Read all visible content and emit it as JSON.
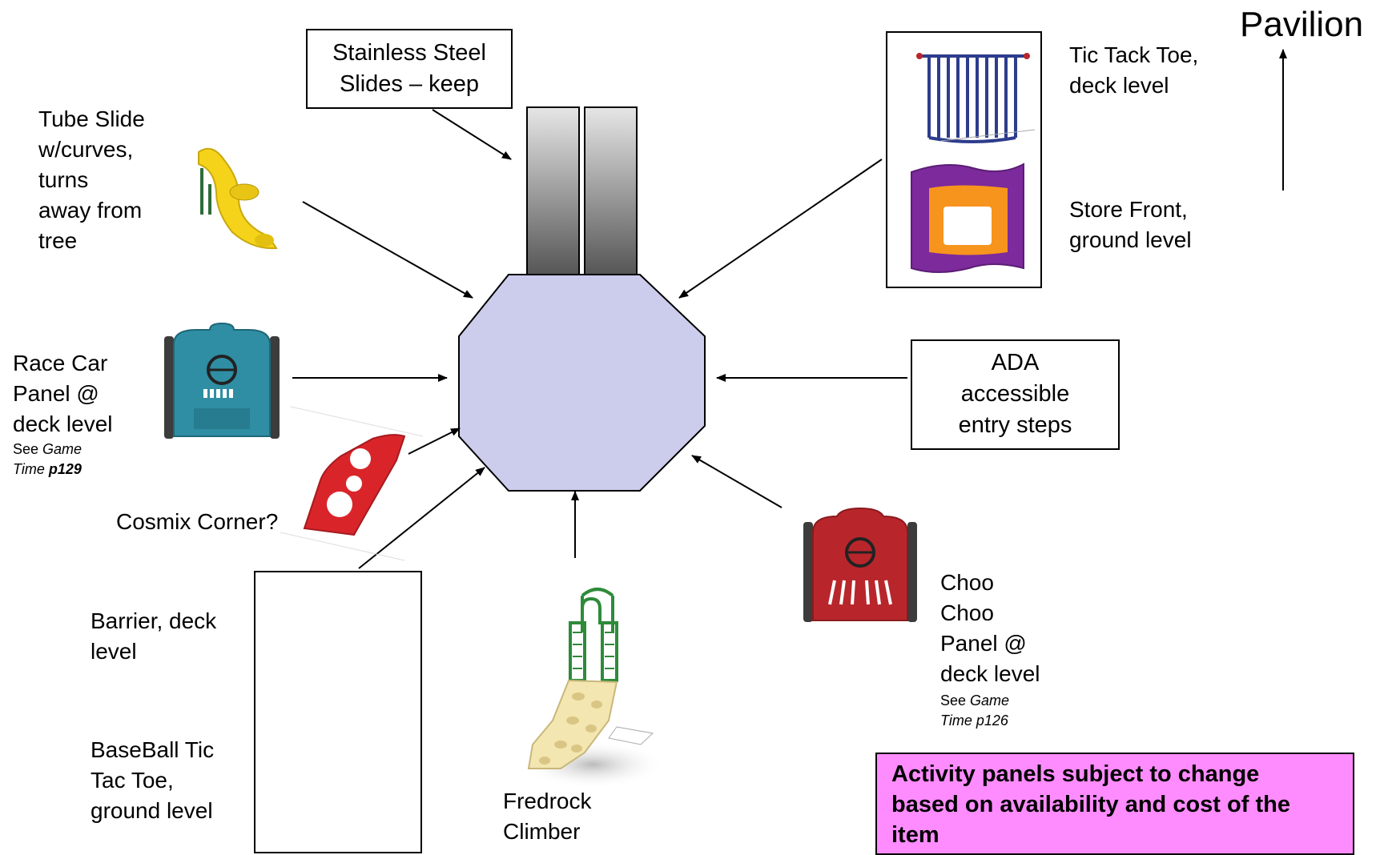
{
  "labels": {
    "pavilion": "Pavilion",
    "slides_box": [
      "Stainless Steel",
      "Slides – keep"
    ],
    "tube_slide": [
      "Tube Slide",
      "w/curves,",
      "turns",
      "away from",
      "tree"
    ],
    "race_car": [
      "Race Car",
      "Panel @",
      "deck level"
    ],
    "race_car_ref": {
      "see": "See ",
      "book": "Game",
      "book2": "Time ",
      "page": "p129"
    },
    "cosmix": "Cosmix Corner?",
    "barrier": [
      "Barrier, deck",
      "level"
    ],
    "baseball": [
      "BaseBall Tic",
      "Tac Toe,",
      "ground level"
    ],
    "fredrock": [
      "Fredrock",
      "Climber"
    ],
    "tic_tack": [
      "Tic Tack Toe,",
      "deck level"
    ],
    "store_front": [
      "Store Front,",
      "ground level"
    ],
    "ada_box": [
      "ADA",
      "accessible",
      "entry steps"
    ],
    "choo_choo": [
      "Choo",
      "Choo",
      "Panel @",
      "deck level"
    ],
    "choo_ref": {
      "see": "See ",
      "book": "Game",
      "book2": "Time p126"
    },
    "note": [
      "Activity panels subject to change",
      "based on availability and cost of the",
      "item"
    ]
  },
  "icons": [
    "tube-slide-image",
    "race-car-panel-image",
    "cosmix-corner-image",
    "barrier-image",
    "baseball-tictactoe-image",
    "fredrock-climber-image",
    "tictactoe-panel-image",
    "store-front-image",
    "choo-choo-panel-image"
  ],
  "colors": {
    "deck": "#ccccec",
    "note_bg": "#ff8cff",
    "panel_blue": "#2e3c8c",
    "store_purple": "#7c2a9c",
    "store_orange": "#f7941d",
    "race_teal": "#2f8ea3",
    "choo_red": "#b8262b",
    "cosmix_red": "#d9252a",
    "tube_yellow": "#f4d31a",
    "climber_cream": "#f3e6b0",
    "climber_green": "#2e8b3a"
  }
}
